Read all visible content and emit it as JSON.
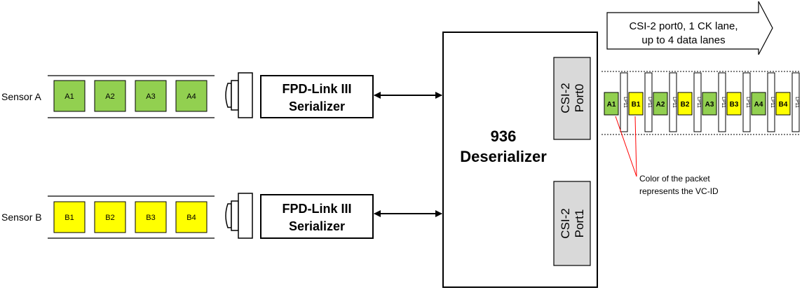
{
  "sensor_a": {
    "label": "Sensor A",
    "packets": [
      "A1",
      "A2",
      "A3",
      "A4"
    ],
    "color": "#92d050"
  },
  "sensor_b": {
    "label": "Sensor B",
    "packets": [
      "B1",
      "B2",
      "B3",
      "B4"
    ],
    "color": "#ffff00"
  },
  "serializer_a": {
    "line1": "FPD-Link III",
    "line2": "Serializer"
  },
  "serializer_b": {
    "line1": "FPD-Link III",
    "line2": "Serializer"
  },
  "deserializer": {
    "line1": "936",
    "line2": "Deserializer"
  },
  "port0": {
    "line1": "CSI-2",
    "line2": "Port0"
  },
  "port1": {
    "line1": "CSI-2",
    "line2": "Port1"
  },
  "output_arrow": {
    "line1": "CSI-2 port0, 1 CK lane,",
    "line2": "up to 4 data lanes"
  },
  "stream": {
    "packets": [
      "A1",
      "B1",
      "A2",
      "B2",
      "A3",
      "B3",
      "A4",
      "B4"
    ],
    "separator": "LP11"
  },
  "annotation": {
    "line1": "Color of the packet",
    "line2": "represents the VC-ID"
  },
  "colors": {
    "green": "#92d050",
    "yellow": "#ffff00",
    "port_fill": "#d9d9d9",
    "annotation_line": "#ff0000"
  }
}
